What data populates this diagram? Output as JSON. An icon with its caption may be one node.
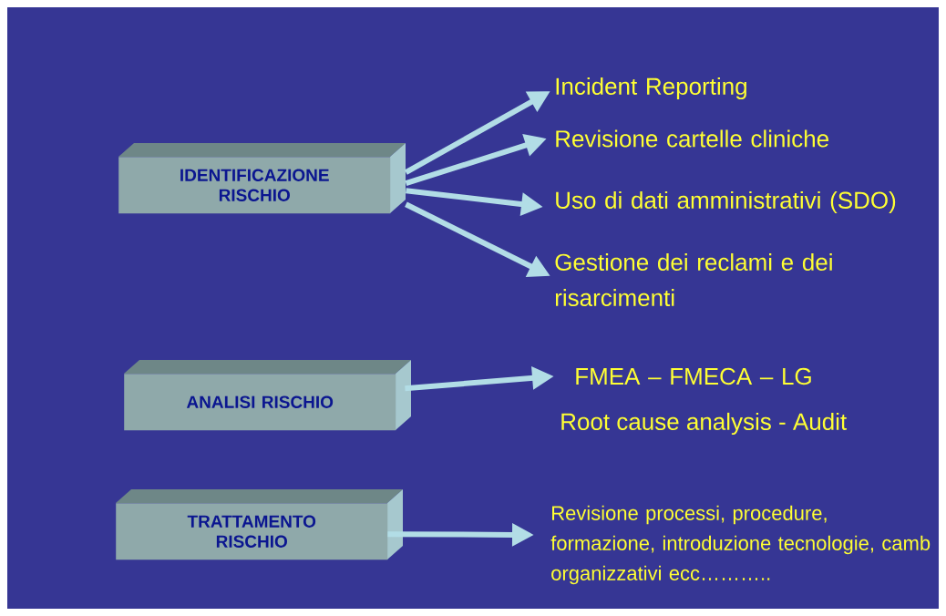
{
  "diagram": {
    "nodes": [
      {
        "text": [
          "IDENTIFICAZIONE RISCHIO"
        ]
      },
      {
        "text": [
          "Incident Reporting"
        ]
      },
      {
        "text": [
          "Revisione cartelle cliniche"
        ]
      },
      {
        "text": [
          "Uso di dati amministrativi (SDO)"
        ]
      },
      {
        "text": [
          "Gestione dei reclami e dei risarcimenti"
        ]
      },
      {
        "text": [
          "ANALISI RISCHIO"
        ]
      },
      {
        "text": [
          "FMEA – FMECA – LG"
        ]
      },
      {
        "text": [
          "TRATTAMENTO RISCHIO"
        ]
      },
      {
        "text": [
          "Revisione processi, procedure, formazione, introduzione tecnologie, camb organizzativi ecc……….."
        ]
      }
    ],
    "edges": [
      {
        "from": 0,
        "to": 1,
        "arrow": "to"
      },
      {
        "from": 0,
        "to": 2,
        "arrow": "to"
      },
      {
        "from": 0,
        "to": 3,
        "arrow": "to"
      },
      {
        "from": 0,
        "to": 4,
        "arrow": "to"
      },
      {
        "from": 5,
        "to": 6,
        "arrow": "to"
      },
      {
        "from": 7,
        "to": 8,
        "arrow": "to"
      }
    ],
    "labels": [
      "Root cause analysis - Audit"
    ]
  }
}
